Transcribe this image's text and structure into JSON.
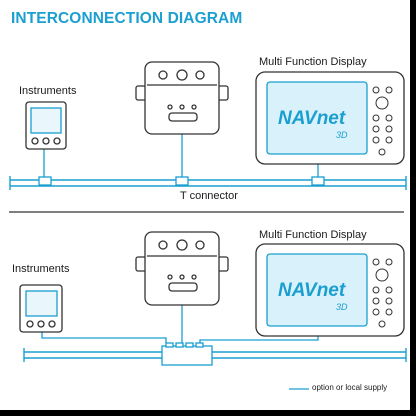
{
  "title": "INTERCONNECTION DIAGRAM",
  "top": {
    "instruments_label": "Instruments",
    "mfd_label": "Multi Function Display",
    "t_connector_label": "T connector",
    "logo": "NAVnet 3D"
  },
  "bottom": {
    "instruments_label": "Instruments",
    "mfd_label": "Multi Function Display",
    "logo": "NAVnet 3D"
  },
  "legend": {
    "label": "option or local supply"
  },
  "colors": {
    "accent": "#1a9fd0",
    "cable": "#1a9fd0",
    "device_outline": "#333333"
  }
}
